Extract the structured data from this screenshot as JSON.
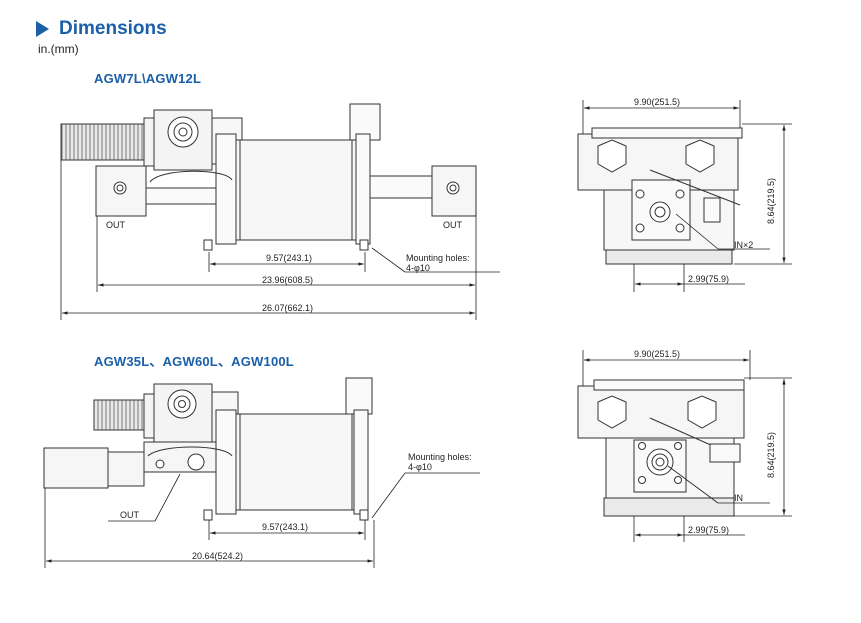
{
  "header": {
    "title": "Dimensions",
    "unit": "in.(mm)"
  },
  "section_top": {
    "model": "AGW7L\\AGW12L",
    "out_left": "OUT",
    "out_right": "OUT",
    "dim_mount_spacing": "9.57(243.1)",
    "dim_inner_length": "23.96(608.5)",
    "dim_overall_length": "26.07(662.1)",
    "mounting_holes_label": "Mounting holes:",
    "mounting_holes_value": "4-φ10",
    "side_width": "9.90(251.5)",
    "side_height": "8.64(219.5)",
    "side_base": "2.99(75.9)",
    "side_in": "IN×2"
  },
  "section_bottom": {
    "model": "AGW35L、AGW60L、AGW100L",
    "out": "OUT",
    "dim_mount_spacing": "9.57(243.1)",
    "dim_overall_length": "20.64(524.2)",
    "mounting_holes_label": "Mounting holes:",
    "mounting_holes_value": "4-φ10",
    "side_width": "9.90(251.5)",
    "side_height": "8.64(219.5)",
    "side_base": "2.99(75.9)",
    "side_in": "IN"
  }
}
